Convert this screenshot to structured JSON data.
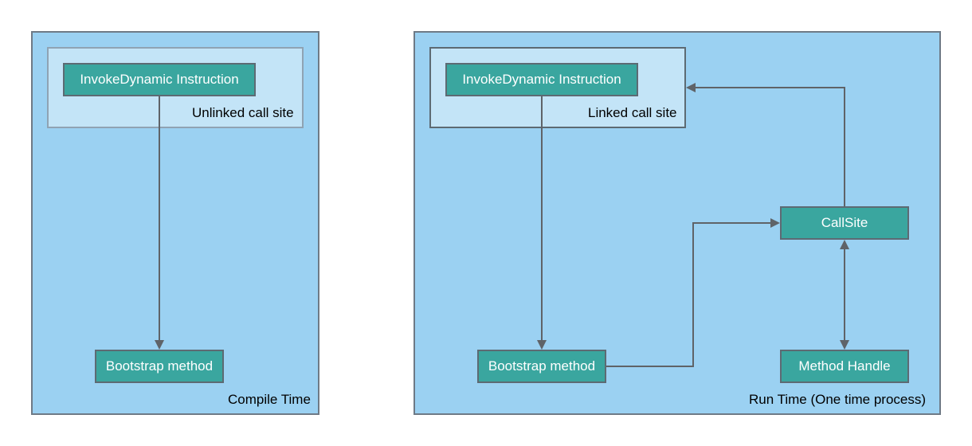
{
  "compile_panel": {
    "label": "Compile Time",
    "call_site_label": "Unlinked call site",
    "instruction": "InvokeDynamic Instruction",
    "bootstrap": "Bootstrap method"
  },
  "runtime_panel": {
    "label": "Run Time (One time process)",
    "call_site_label": "Linked call site",
    "instruction": "InvokeDynamic Instruction",
    "bootstrap": "Bootstrap method",
    "callsite": "CallSite",
    "method_handle": "Method Handle"
  },
  "colors": {
    "panel_fill": "#9bd1f2",
    "panel_border": "#6e7a86",
    "site_fill": "#c3e4f7",
    "node_fill": "#3aa69f",
    "node_border": "#5d6a73",
    "connector": "#5f6368"
  }
}
